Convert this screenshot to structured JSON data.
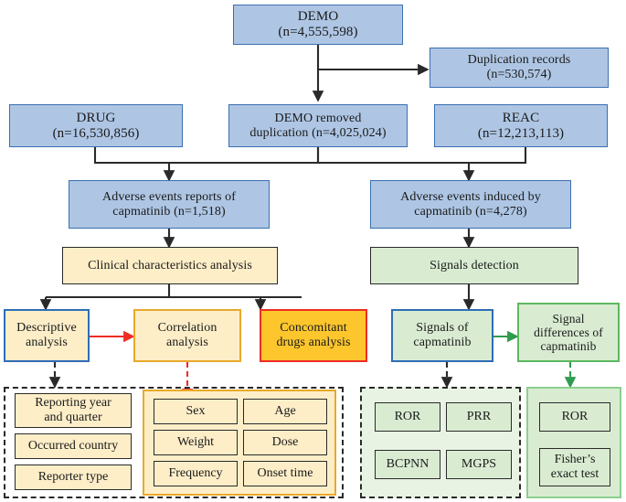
{
  "diagram": {
    "title": "Capmatinib FAERS pharmacovigilance study flowchart",
    "colors": {
      "blue_fill": "#aec6e4",
      "blue_border": "#3a6fb0",
      "cream_fill": "#fdeec8",
      "gold_fill": "#fcc62c",
      "red_border": "#ee2d24",
      "orange_border": "#e8a92b",
      "green_fill": "#d9ecd2",
      "green_border": "#5cb860",
      "black": "#2a2a2a"
    },
    "nodes": {
      "demo": {
        "line1": "DEMO",
        "line2": "(n=4,555,598)"
      },
      "duplication_records": {
        "line1": "Duplication records",
        "line2": "(n=530,574)"
      },
      "drug": {
        "line1": "DRUG",
        "line2": "(n=16,530,856)"
      },
      "demo_removed": {
        "line1": "DEMO removed",
        "line2": "duplication (n=4,025,024)"
      },
      "reac": {
        "line1": "REAC",
        "line2": "(n=12,213,113)"
      },
      "ae_reports": {
        "line1": "Adverse events reports of",
        "line2": "capmatinib (n=1,518)"
      },
      "ae_induced": {
        "line1": "Adverse events induced by",
        "line2": "capmatinib (n=4,278)"
      },
      "clinical_characteristics": {
        "label": "Clinical characteristics analysis"
      },
      "signals_detection": {
        "label": "Signals  detection"
      },
      "descriptive": {
        "line1": "Descriptive",
        "line2": "analysis"
      },
      "correlation": {
        "line1": "Correlation",
        "line2": "analysis"
      },
      "concomitant": {
        "line1": "Concomitant",
        "line2": "drugs analysis"
      },
      "signals_of_capmatinib": {
        "line1": "Signals  of",
        "line2": "capmatinib"
      },
      "signal_differences": {
        "line1": "Signal",
        "line2": "differences of",
        "line3": "capmatinib"
      }
    },
    "groups": {
      "descriptive_group": {
        "items": [
          {
            "line1": "Reporting year",
            "line2": "and quarter"
          },
          {
            "line1": "Occurred country"
          },
          {
            "line1": "Reporter type"
          }
        ]
      },
      "correlation_group": {
        "items": [
          {
            "label": "Sex"
          },
          {
            "label": "Age"
          },
          {
            "label": "Weight"
          },
          {
            "label": "Dose"
          },
          {
            "label": "Frequency"
          },
          {
            "label": "Onset time"
          }
        ]
      },
      "signals_group": {
        "items": [
          {
            "label": "ROR"
          },
          {
            "label": "PRR"
          },
          {
            "label": "BCPNN"
          },
          {
            "label": "MGPS"
          }
        ]
      },
      "differences_group": {
        "items": [
          {
            "line1": "ROR"
          },
          {
            "line1": "Fisher’s",
            "line2": "exact test"
          }
        ]
      }
    }
  }
}
